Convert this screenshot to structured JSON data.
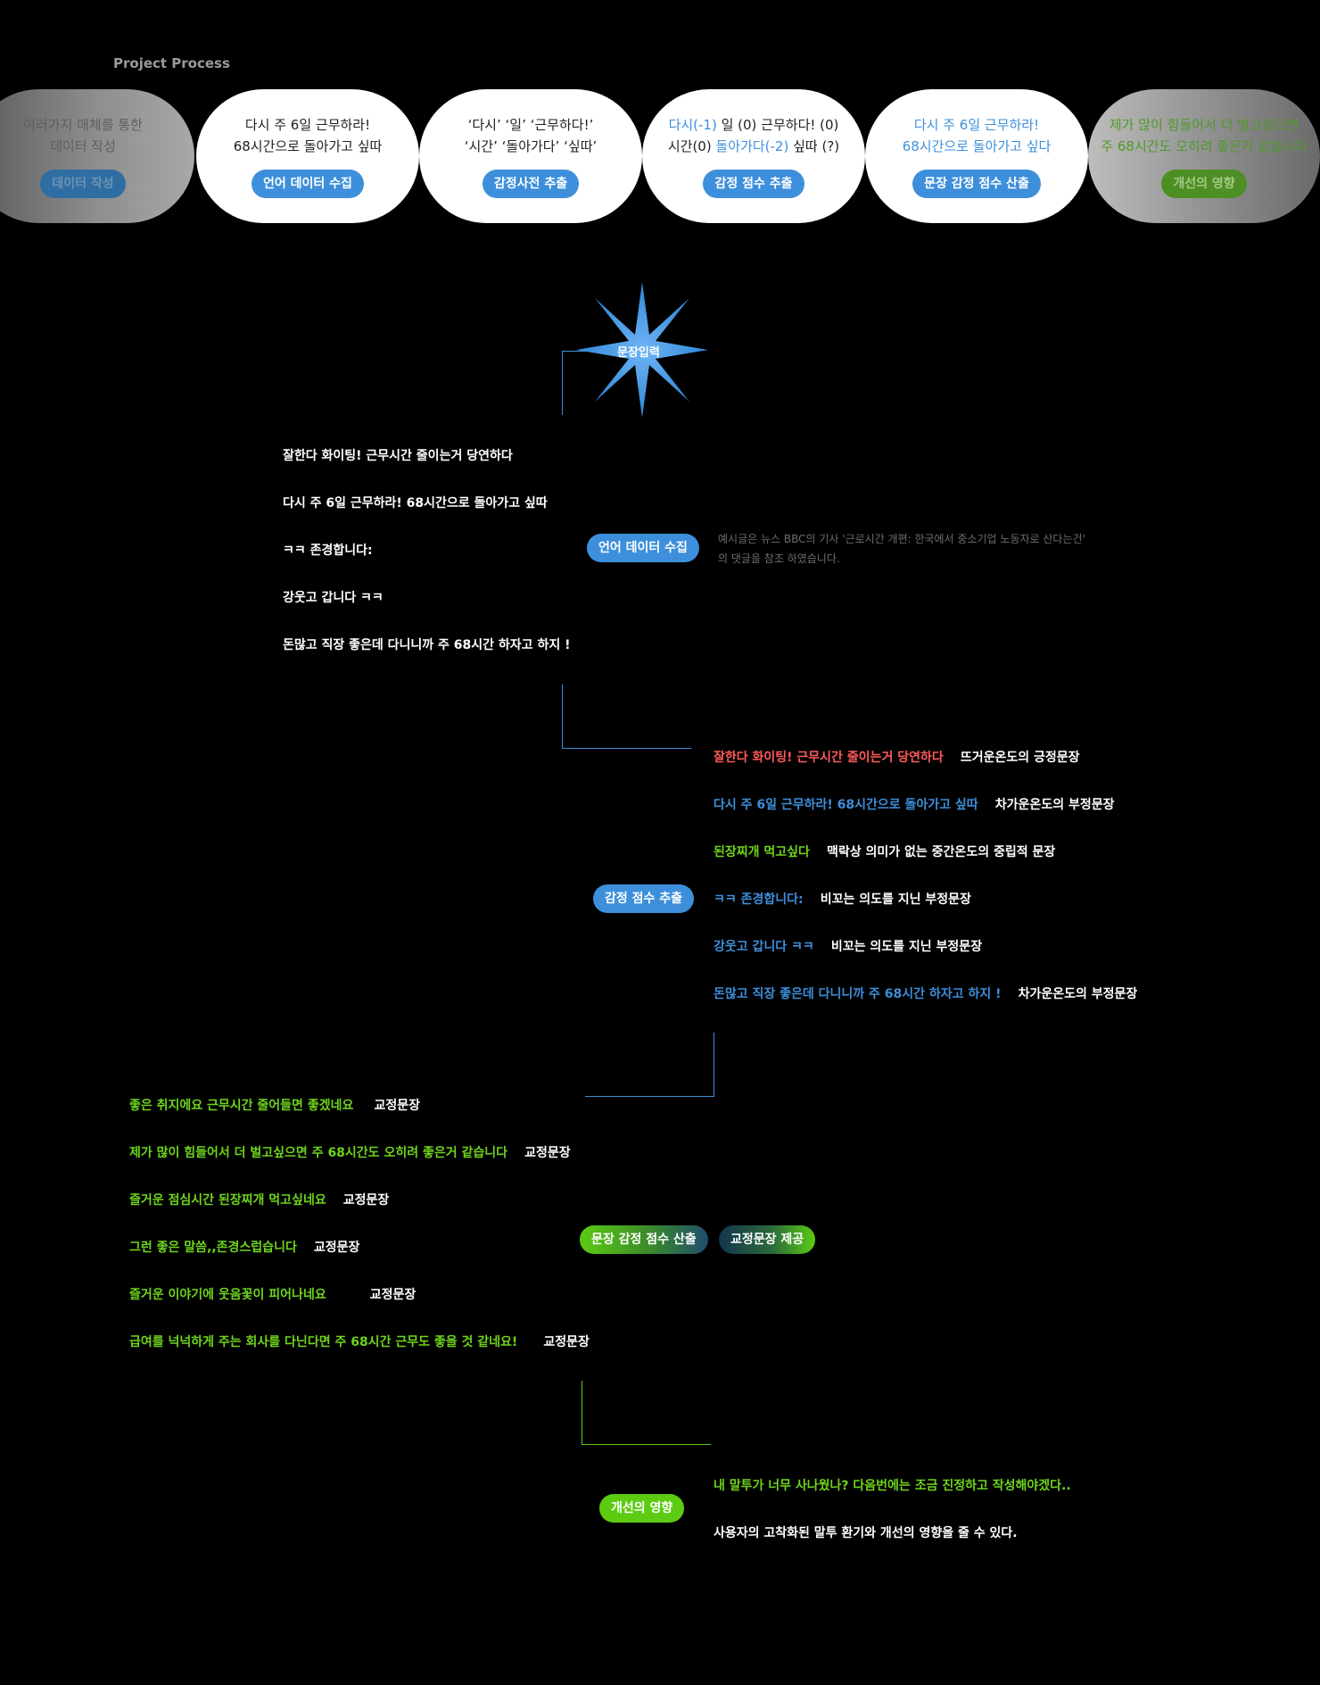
{
  "header": {
    "title": "Project Process"
  },
  "process": [
    {
      "lines": [
        "여러가지 매체를 통한",
        "데이터 작성"
      ],
      "button": "데이터 작성"
    },
    {
      "lines": [
        "다시 주 6일 근무하라!",
        "68시간으로 돌아가고 싶따"
      ],
      "button": "언어 데이터 수집"
    },
    {
      "lines": [
        "‘다시’ ‘일’ ‘근무하다!’",
        "‘시간’ ‘돌아가다’ ‘싶따’"
      ],
      "button": "감정사전 추출"
    },
    {
      "line1": {
        "a": "다시(-1)",
        "b": " 일 (0) 근무하다! (0)"
      },
      "line2": {
        "a": "시간(0) ",
        "b": "돌아가다(-2)",
        "c": " 싶따 (?)"
      },
      "button": "감정 점수 추출"
    },
    {
      "lines": [
        "다시 주 6일 근무하라!",
        "68시간으로 돌아가고 싶다"
      ],
      "button": "문장 감정 점수 산출"
    },
    {
      "lines": [
        "제가 많이 힘들어서  더 벌고싶으면",
        "주 68시간도 오히려 좋은거 같습니다"
      ],
      "button": "개선의 영향"
    }
  ],
  "star": {
    "label": "문장입력"
  },
  "section1": {
    "sentences": [
      "잘한다 화이팅! 근무시간 줄이는거 당연하다",
      "다시 주 6일 근무하라! 68시간으로 돌아가고 싶따",
      "ㅋㅋ 존경합니다:",
      "강웃고 갑니다 ㅋㅋ",
      "돈많고 직장 좋은데 다니니까 주 68시간 하자고 하지 !"
    ],
    "button": "언어 데이터 수집",
    "note": [
      "예시글은 뉴스 BBC의 기사 '근로시간 개편: 한국에서 중소기업 노동자로 산다는건'",
      "의 댓글을 참조 하였습니다."
    ]
  },
  "section2": {
    "button": "감정 점수 추출",
    "rows": [
      {
        "sentence": "잘한다 화이팅! 근무시간 줄이는거 당연하다",
        "label": "뜨거운온도의 긍정문장"
      },
      {
        "sentence": "다시 주 6일 근무하라! 68시간으로 돌아가고 싶따",
        "label": "차가운온도의 부정문장"
      },
      {
        "sentence": "된장찌개 먹고싶다",
        "label": "맥락상 의미가 없는 중간온도의 중립적 문장"
      },
      {
        "sentence": "ㅋㅋ 존경합니다:",
        "label": "비꼬는 의도를 지닌 부정문장"
      },
      {
        "sentence": "강웃고 갑니다 ㅋㅋ",
        "label": "비꼬는 의도를 지닌 부정문장"
      },
      {
        "sentence": "돈많고 직장 좋은데 다니니까 주 68시간 하자고 하지 !",
        "label": "차가운온도의 부정문장"
      }
    ]
  },
  "section3": {
    "button_left": "문장 감정 점수 산출",
    "button_right": "교정문장 제공",
    "rows": [
      {
        "sentence": "좋은 취지에요 근무시간 줄어들면 좋겠네요",
        "label": "교정문장"
      },
      {
        "sentence": "제가 많이 힘들어서  더 벌고싶으면 주 68시간도 오히려 좋은거 같습니다",
        "label": "교정문장"
      },
      {
        "sentence": "즐거운 점심시간 된장찌개 먹고싶네요",
        "label": "교정문장"
      },
      {
        "sentence": "그런 좋은 말씀,,존경스럽습니다",
        "label": "교정문장"
      },
      {
        "sentence": "즐거운 이야기에 웃음꽃이 피어나네요",
        "label": "교정문장"
      },
      {
        "sentence": "급여를 넉넉하게 주는 회사를 다닌다면 주 68시간 근무도 좋을 것 같네요!",
        "label": "교정문장"
      }
    ]
  },
  "section4": {
    "button": "개선의 영향",
    "line1": "내 말투가 너무 사나웠나? 다음번에는 조금 진정하고 작성해야겠다..",
    "line2": "사용자의 고착화된 말투 환기와 개선의 영향을 줄 수 있다."
  },
  "colors": {
    "background": "#000000",
    "accent_blue": "#3d8fdb",
    "accent_green": "#5ccb12",
    "positive_red": "#ff5a5a",
    "corrected_green": "#6ed41c"
  }
}
